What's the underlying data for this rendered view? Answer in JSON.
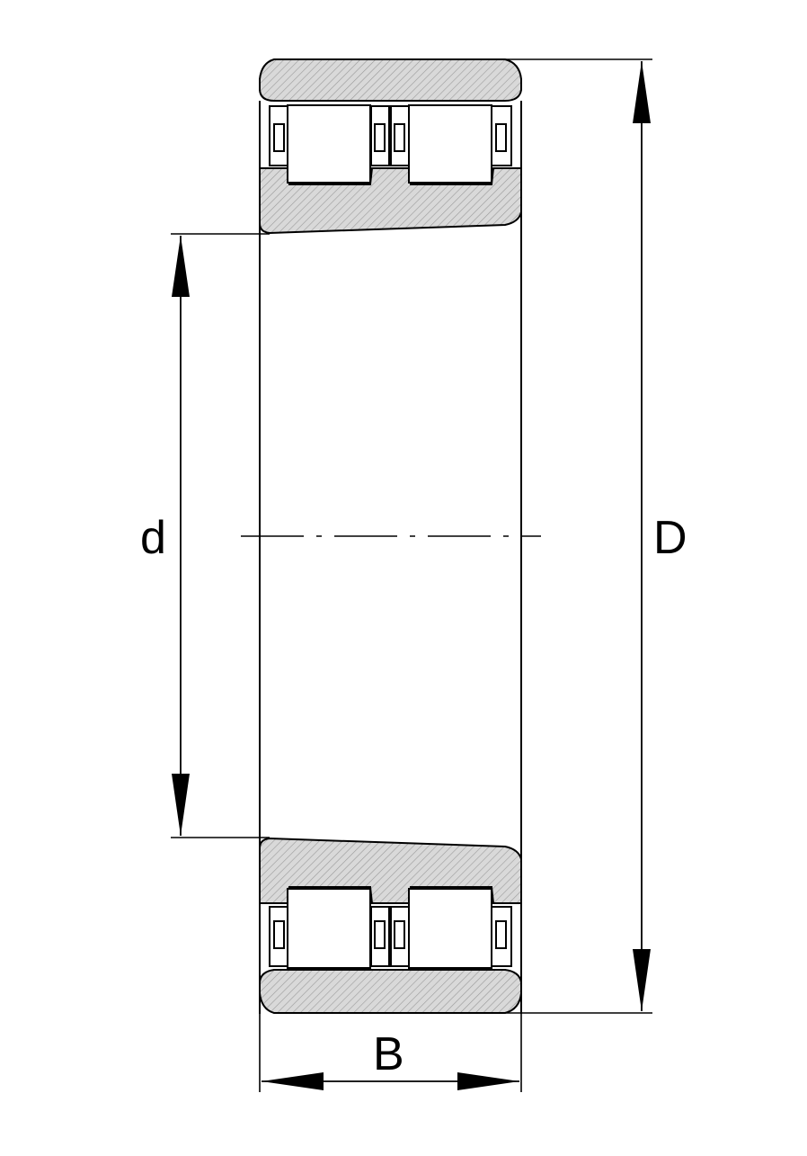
{
  "diagram": {
    "labels": {
      "bore_diameter": "d",
      "outer_diameter": "D",
      "width": "B"
    },
    "colors": {
      "line": "#000000",
      "section_fill": "#d9d9d9",
      "hatch": "#9a9a9a",
      "background": "#ffffff"
    }
  }
}
